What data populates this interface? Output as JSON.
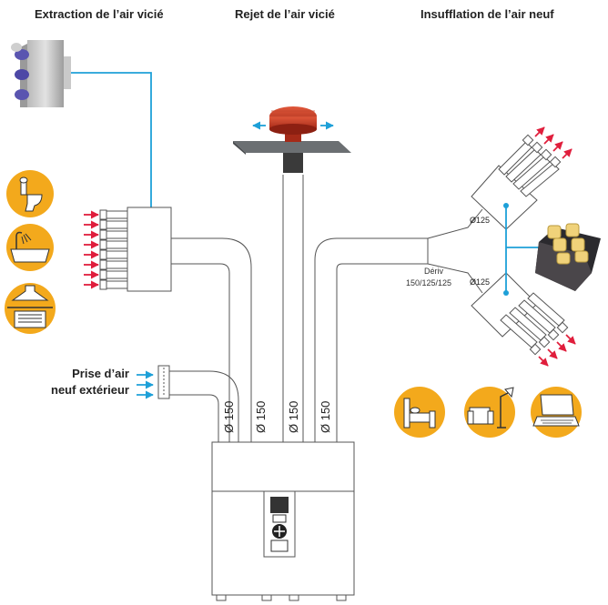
{
  "headings": {
    "extraction": "Extraction de l’air vicié",
    "rejet": "Rejet de l’air vicié",
    "insufflation": "Insufflation de l’air neuf"
  },
  "prise_air": {
    "line1": "Prise d’air",
    "line2": "neuf extérieur"
  },
  "duct_labels": [
    "Ø 150",
    "Ø 150",
    "Ø 150",
    "Ø 150"
  ],
  "branch_labels": {
    "upper": "Ø125",
    "lower": "Ø125"
  },
  "deriv_label": {
    "line1": "Dériv",
    "line2": "150/125/125"
  },
  "colors": {
    "air_vicie": "#e01e3c",
    "air_neuf": "#1ea0d8",
    "room_circle": "#f3a91c",
    "duct_stroke": "#555555"
  },
  "icons": {
    "extraction_rooms": [
      "toilet-icon",
      "bathtub-icon",
      "kitchen-hood-icon"
    ],
    "supply_rooms": [
      "bed-icon",
      "sofa-lamp-icon",
      "laptop-icon"
    ]
  }
}
